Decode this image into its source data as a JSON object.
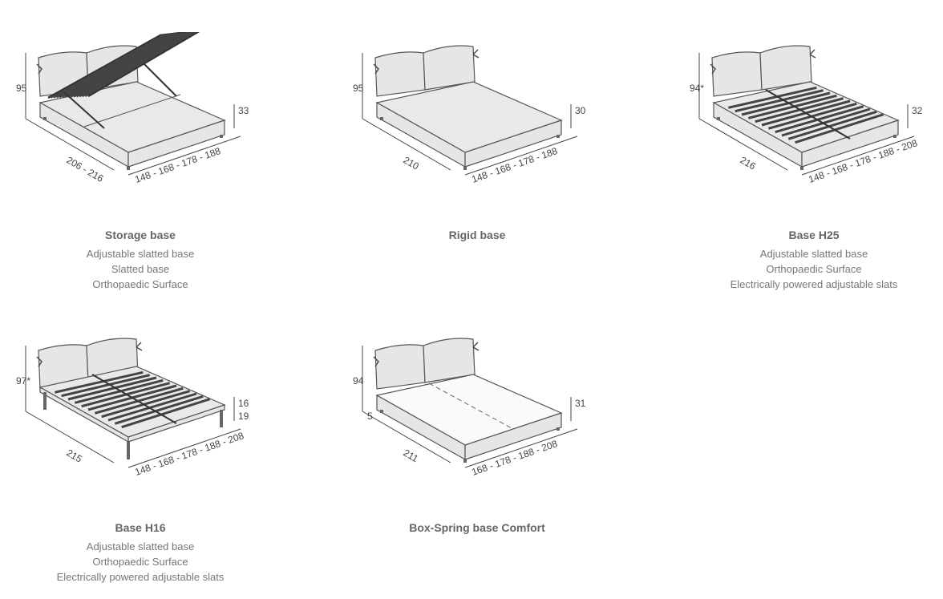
{
  "products": [
    {
      "title": "Storage base",
      "type": "storage",
      "features": [
        "Adjustable slatted base",
        "Slatted base",
        "Orthopaedic Surface"
      ],
      "dims": {
        "height": "95",
        "length": "206 - 216",
        "width": "148 - 168 - 178 - 188",
        "base": [
          "33"
        ]
      }
    },
    {
      "title": "Rigid base",
      "type": "rigid",
      "features": [],
      "dims": {
        "height": "95",
        "length": "210",
        "width": "148 - 168 - 178 - 188",
        "base": [
          "30"
        ]
      }
    },
    {
      "title": "Base H25",
      "type": "slats",
      "features": [
        "Adjustable slatted base",
        "Orthopaedic Surface",
        "Electrically powered adjustable slats"
      ],
      "dims": {
        "height": "94*",
        "length": "216",
        "width": "148 - 168 - 178 - 188 - 208",
        "base": [
          "32"
        ]
      }
    },
    {
      "title": "Base H16",
      "type": "slats-legs",
      "features": [
        "Adjustable slatted base",
        "Orthopaedic Surface",
        "Electrically powered adjustable slats"
      ],
      "dims": {
        "height": "97*",
        "length": "215",
        "width": "148 - 168 - 178 - 188 - 208",
        "base": [
          "16",
          "19"
        ]
      }
    },
    {
      "title": "Box-Spring base Comfort",
      "type": "boxspring",
      "features": [],
      "dims": {
        "height": "94",
        "length": "211",
        "width": "168 - 178 - 188 - 208",
        "base": [
          "31"
        ],
        "gap": "5"
      }
    }
  ]
}
